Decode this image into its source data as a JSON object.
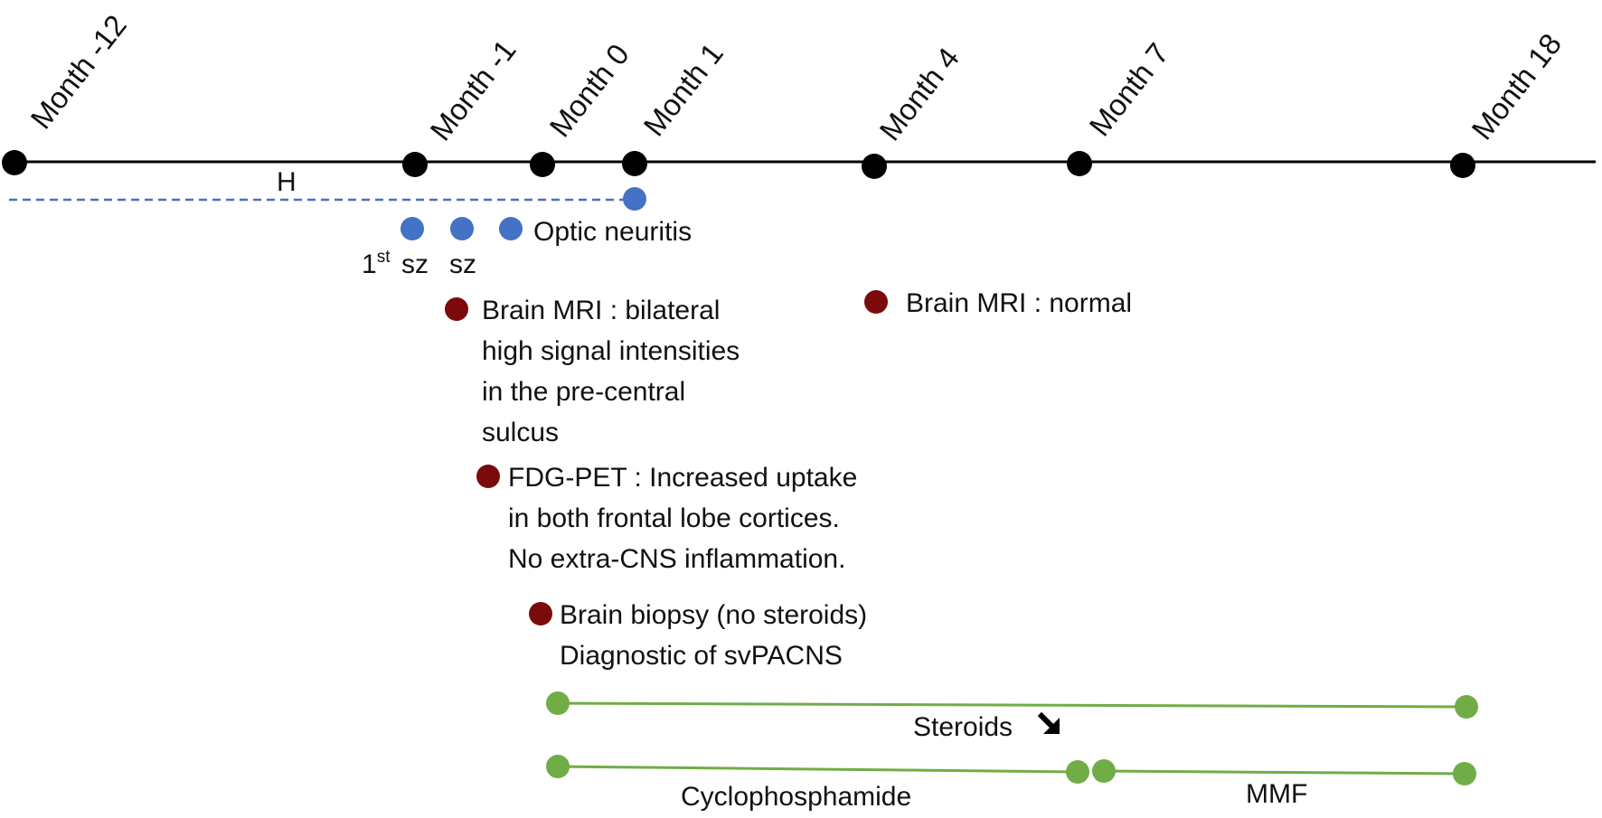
{
  "milestones": [
    {
      "id": "m-12",
      "label": "Month -12"
    },
    {
      "id": "m-1",
      "label": "Month -1"
    },
    {
      "id": "m0",
      "label": "Month 0"
    },
    {
      "id": "m1",
      "label": "Month 1"
    },
    {
      "id": "m4",
      "label": "Month 4"
    },
    {
      "id": "m7",
      "label": "Month 7"
    },
    {
      "id": "m18",
      "label": "Month 18"
    }
  ],
  "h_label": "H",
  "first_sz": {
    "base": "1",
    "sup": "st",
    "text": "sz"
  },
  "sz_label": "sz",
  "optic_neuritis": "Optic neuritis",
  "mri_1": [
    "Brain MRI : bilateral",
    "high signal intensities",
    "in the pre-central",
    "sulcus"
  ],
  "mri_2": "Brain MRI : normal",
  "fdg_pet": [
    "FDG-PET : Increased uptake",
    "in both frontal lobe cortices.",
    "No extra-CNS inflammation."
  ],
  "biopsy": [
    "Brain biopsy (no steroids)",
    "Diagnostic of svPACNS"
  ],
  "steroids": "Steroids",
  "cyclophosphamide": "Cyclophosphamide",
  "mmf": "MMF",
  "colors": {
    "axis": "#000000",
    "blue": "#4472c4",
    "dark_red": "#7b0a0a",
    "green": "#70ad47"
  }
}
